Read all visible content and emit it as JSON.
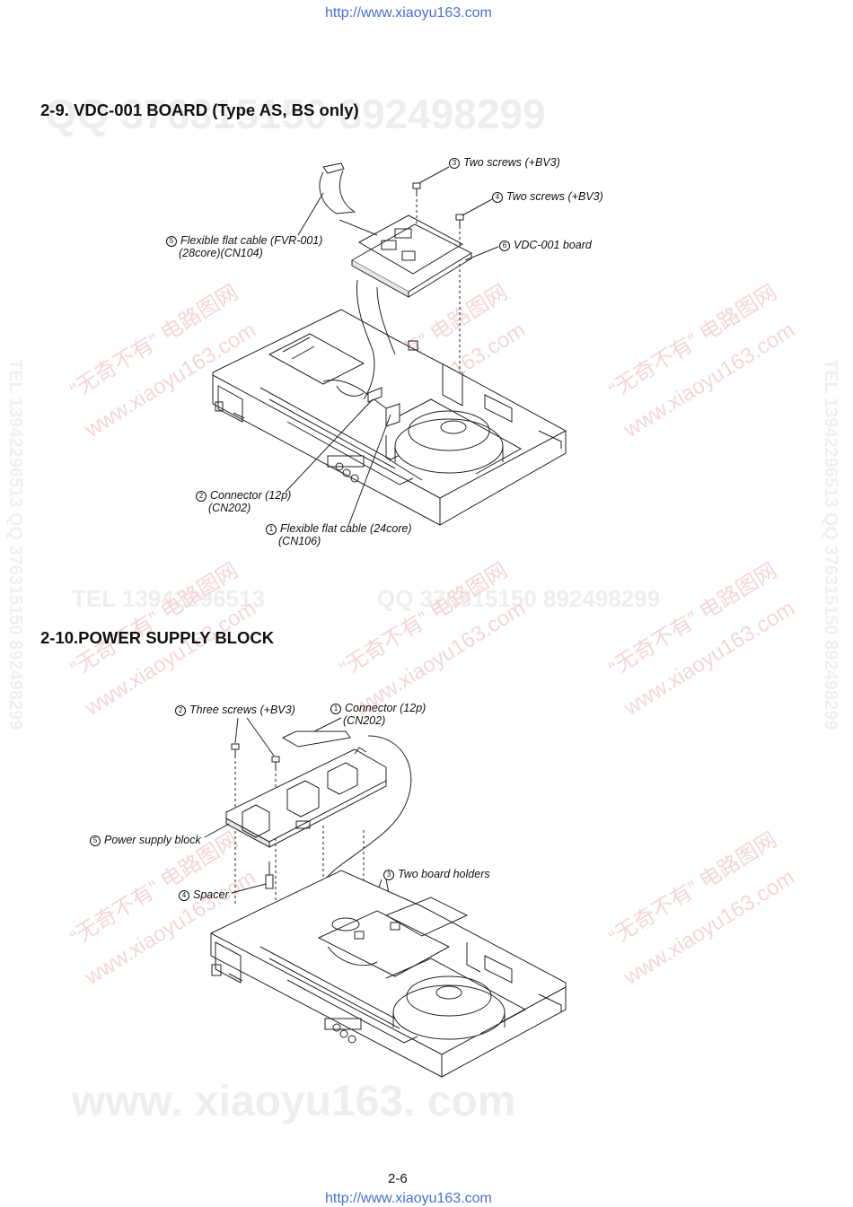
{
  "header_url": "http://www.xiaoyu163.com",
  "footer_url": "http://www.xiaoyu163.com",
  "page_number": "2-6",
  "watermarks": {
    "qq_line": "QQ 376315150   892498299",
    "tel_line": "TEL 13942296513",
    "qq_line2": "QQ 376315150   892498299",
    "vertical": "TEL 13942296513  QQ 376315150  892498299",
    "site_big": "www. xiaoyu163. com",
    "diag_cn": "“无奇不有” 电路图网",
    "diag_site": "www.xiaoyu163.com"
  },
  "section1": {
    "title": "2-9.   VDC-001 BOARD (Type AS, BS only)",
    "callouts": {
      "c3": {
        "num": "3",
        "text": "Two screws (+BV3)"
      },
      "c4": {
        "num": "4",
        "text": "Two screws (+BV3)"
      },
      "c5": {
        "num": "5",
        "line1": "Flexible flat cable (FVR-001)",
        "line2": "(28core)(CN104)"
      },
      "c6": {
        "num": "6",
        "text": "VDC-001 board"
      },
      "c2": {
        "num": "2",
        "line1": "Connector (12p)",
        "line2": "(CN202)"
      },
      "c1": {
        "num": "1",
        "line1": "Flexible flat cable (24core)",
        "line2": "(CN106)"
      }
    }
  },
  "section2": {
    "title": "2-10.POWER SUPPLY BLOCK",
    "callouts": {
      "c2": {
        "num": "2",
        "text": "Three screws (+BV3)"
      },
      "c1": {
        "num": "1",
        "line1": "Connector (12p)",
        "line2": "(CN202)"
      },
      "c5": {
        "num": "5",
        "text": "Power supply block"
      },
      "c3": {
        "num": "3",
        "text": "Two board holders"
      },
      "c4": {
        "num": "4",
        "text": "Spacer"
      }
    }
  }
}
